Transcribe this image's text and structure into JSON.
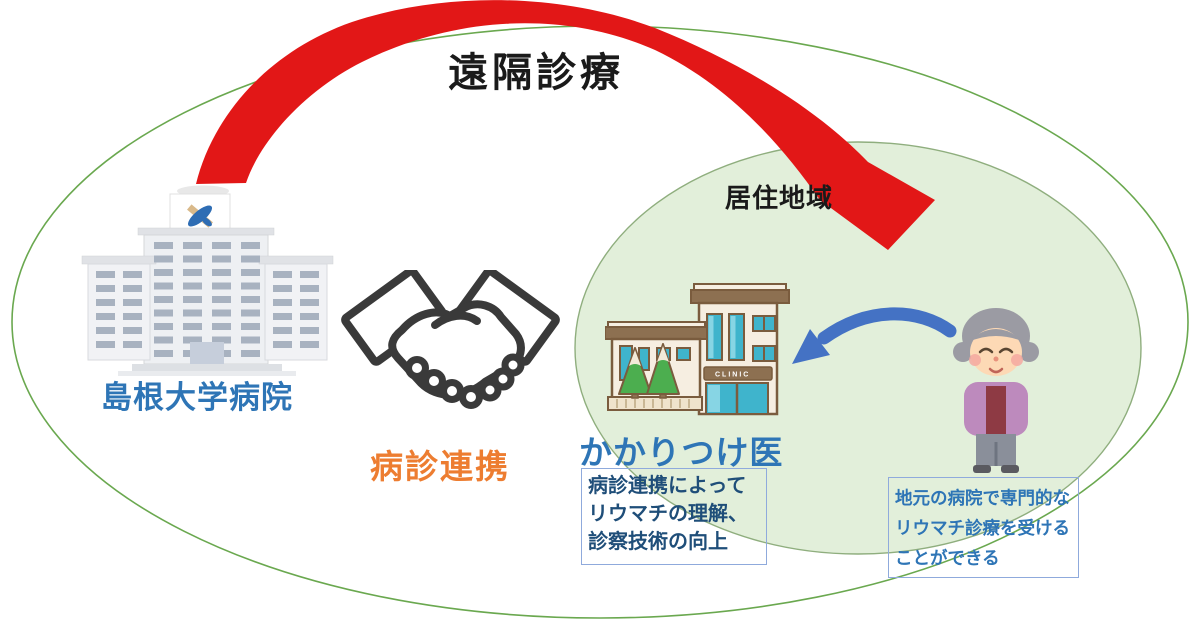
{
  "diagram": {
    "title": "遠隔診療",
    "hospital_label": "島根大学病院",
    "handshake_label": "病診連携",
    "region_label": "居住地域",
    "clinic_label": "かかりつけ医",
    "clinic_sign": "CLINIC",
    "callout_clinic": "病診連携によって\nリウマチの理解、\n診察技術の向上",
    "callout_patient": "地元の病院で専門的な\nリウマチ診療を受ける\nことができる"
  },
  "colors": {
    "title_text": "#1a1a1a",
    "region_label_text": "#1a1a1a",
    "hospital_label_text": "#2e75b6",
    "handshake_label_text": "#ed7d31",
    "clinic_label_text": "#2e75b6",
    "outer_region_border": "#6aa84f",
    "inner_region_fill": "#e2efda",
    "inner_region_border": "#8fae7e",
    "telemedicine_arrow": "#e21717",
    "visit_arrow": "#4472c4",
    "callout_border": "#8faadc",
    "callout_clinic_text": "#1f4e79",
    "callout_patient_text": "#2e75b6",
    "handshake_icon_stroke": "#3a3a3a"
  }
}
